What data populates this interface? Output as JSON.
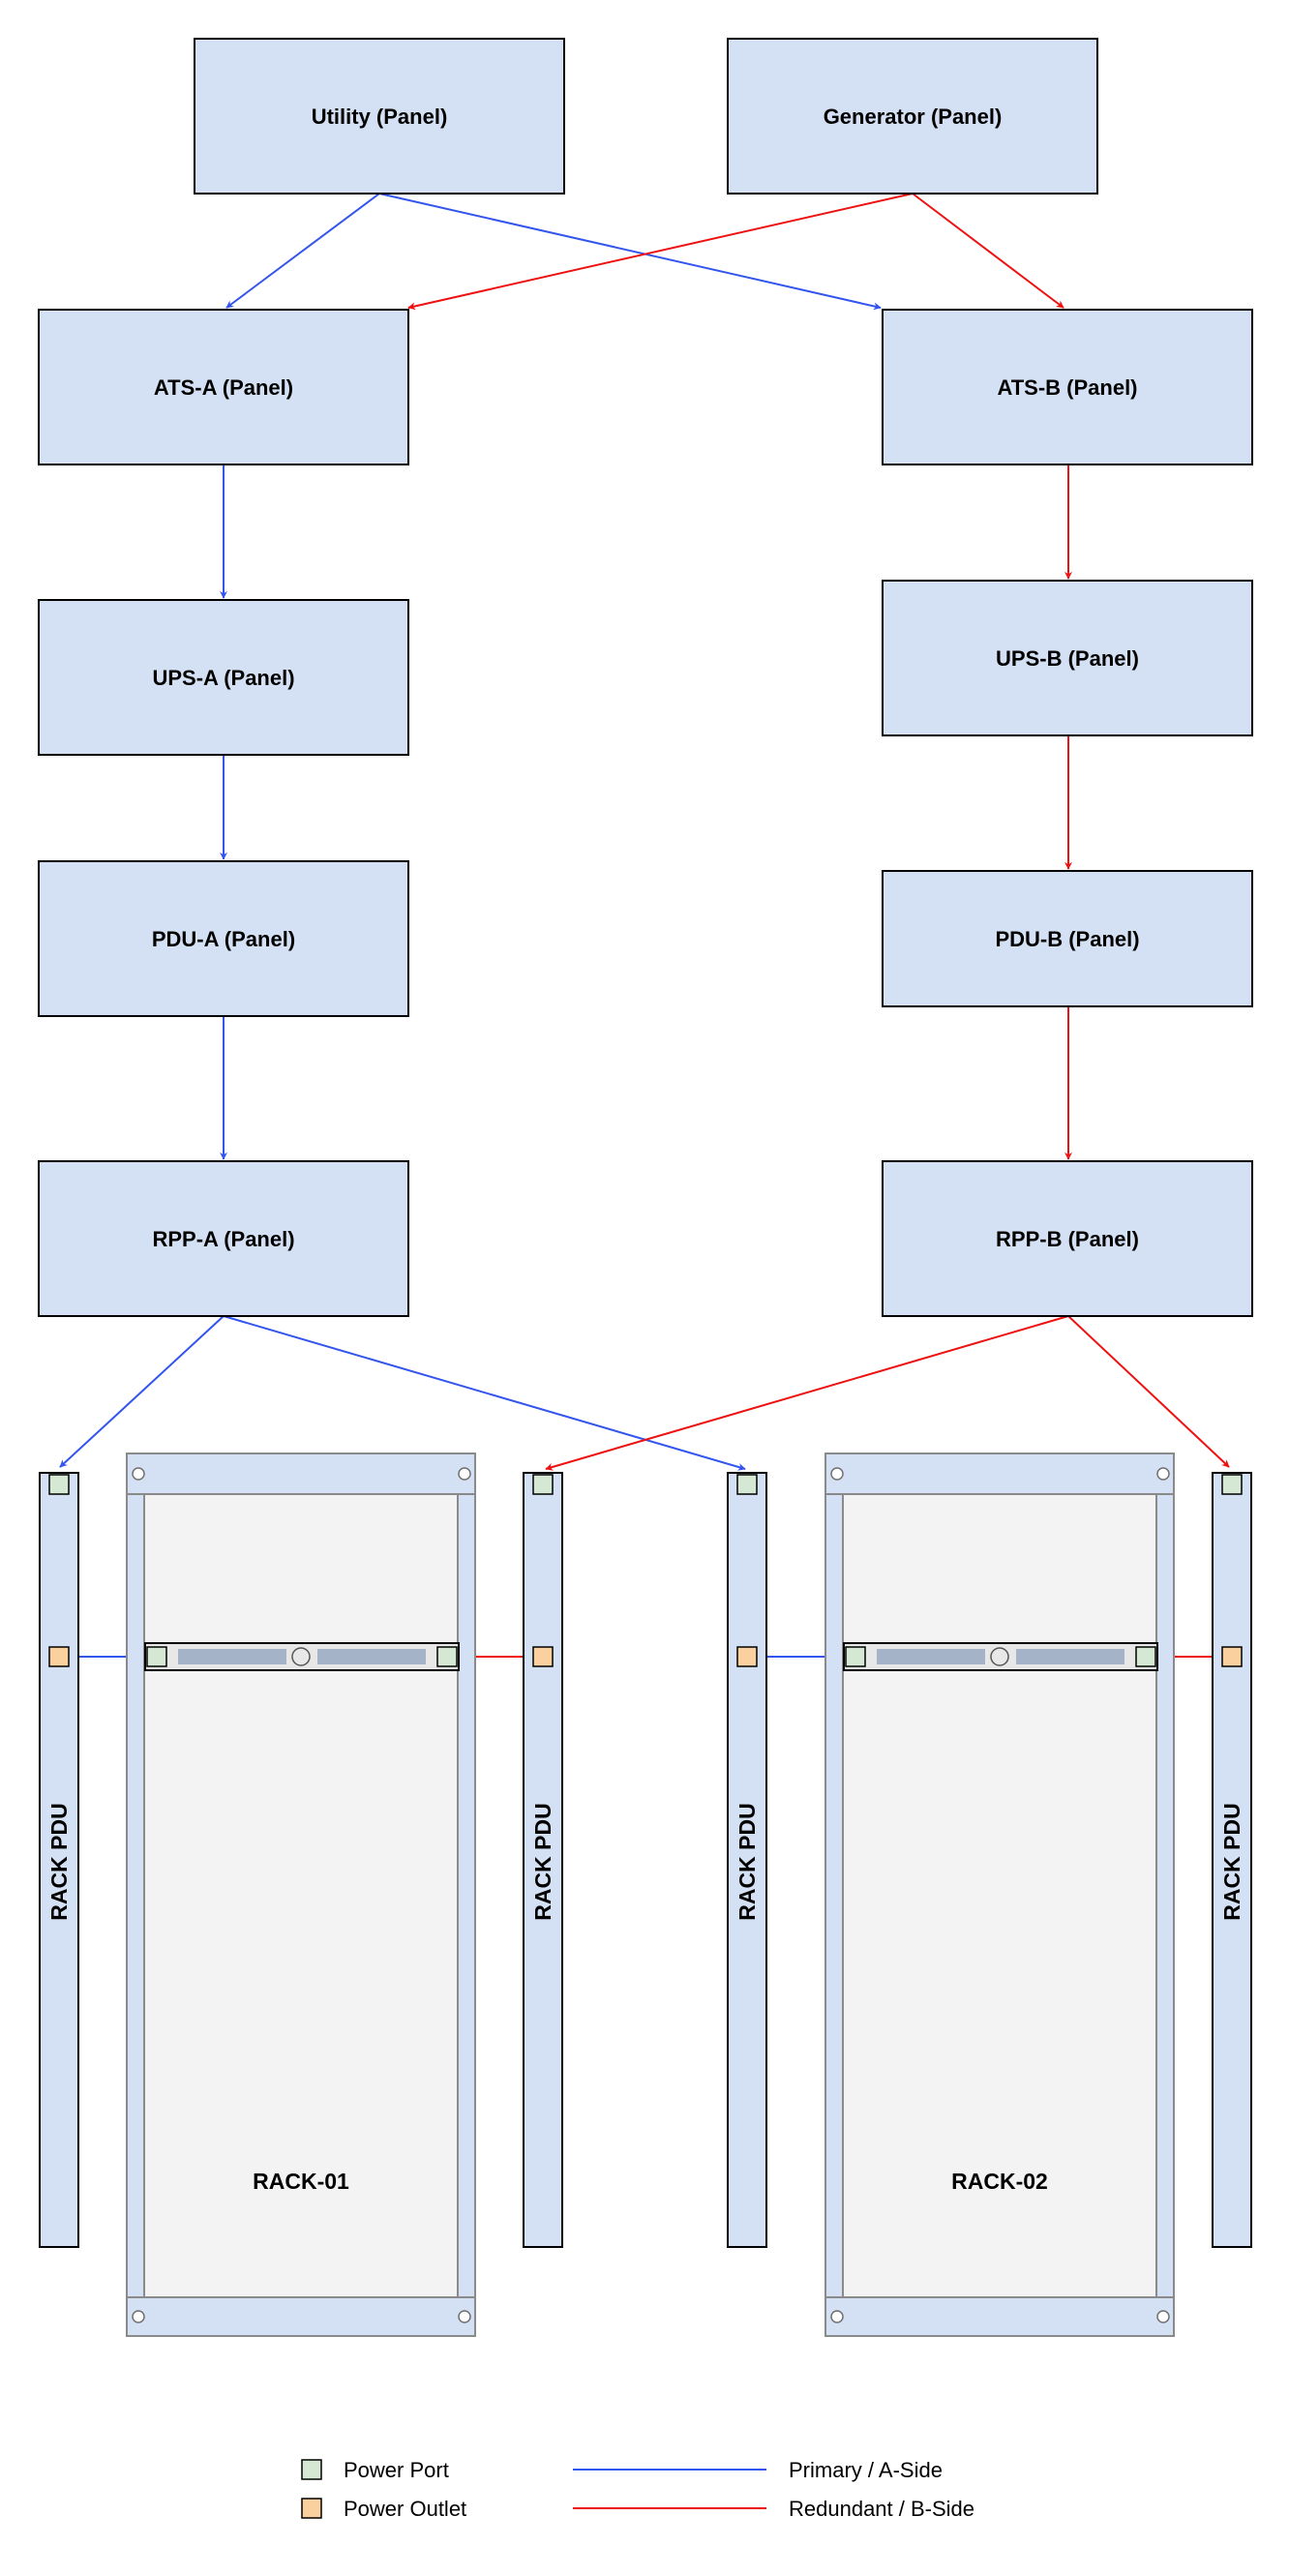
{
  "colors": {
    "primary": "#3355ee",
    "redundant": "#ee1111",
    "panel_fill": "#d4e1f5",
    "port_fill": "#d5e8d4",
    "outlet_fill": "#fad09e"
  },
  "panels": {
    "utility": "Utility (Panel)",
    "generator": "Generator (Panel)",
    "ats_a": "ATS-A (Panel)",
    "ats_b": "ATS-B (Panel)",
    "ups_a": "UPS-A (Panel)",
    "ups_b": "UPS-B (Panel)",
    "pdu_a": "PDU-A (Panel)",
    "pdu_b": "PDU-B (Panel)",
    "rpp_a": "RPP-A (Panel)",
    "rpp_b": "RPP-B (Panel)"
  },
  "racks": {
    "rack_01": "RACK-01",
    "rack_02": "RACK-02"
  },
  "rack_pdus": {
    "label": "RACK PDU"
  },
  "legend": {
    "power_port": "Power Port",
    "power_outlet": "Power Outlet",
    "primary": "Primary / A-Side",
    "redundant": "Redundant / B-Side"
  },
  "icons": {
    "port": "square-green-icon",
    "outlet": "square-orange-icon"
  }
}
